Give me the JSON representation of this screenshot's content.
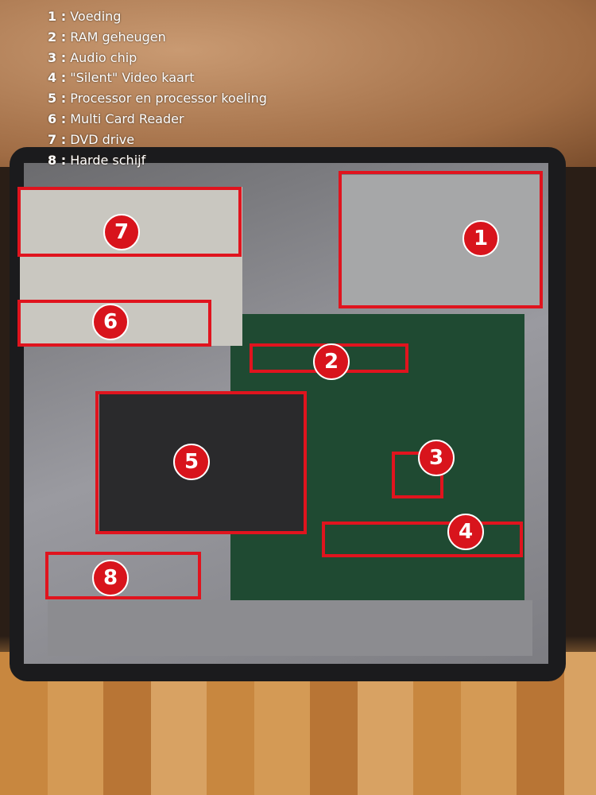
{
  "legend": [
    {
      "num": "1 :",
      "label": "Voeding"
    },
    {
      "num": "2 :",
      "label": "RAM geheugen"
    },
    {
      "num": "3 :",
      "label": "Audio chip"
    },
    {
      "num": "4 :",
      "label": "\"Silent\" Video kaart"
    },
    {
      "num": "5 :",
      "label": "Processor en processor koeling"
    },
    {
      "num": "6 :",
      "label": "Multi Card Reader"
    },
    {
      "num": "7 :",
      "label": "DVD drive"
    },
    {
      "num": "8 :",
      "label": "Harde schijf"
    }
  ],
  "markers": [
    "1",
    "2",
    "3",
    "4",
    "5",
    "6",
    "7",
    "8"
  ],
  "colors": {
    "highlight": "#e0141e"
  }
}
